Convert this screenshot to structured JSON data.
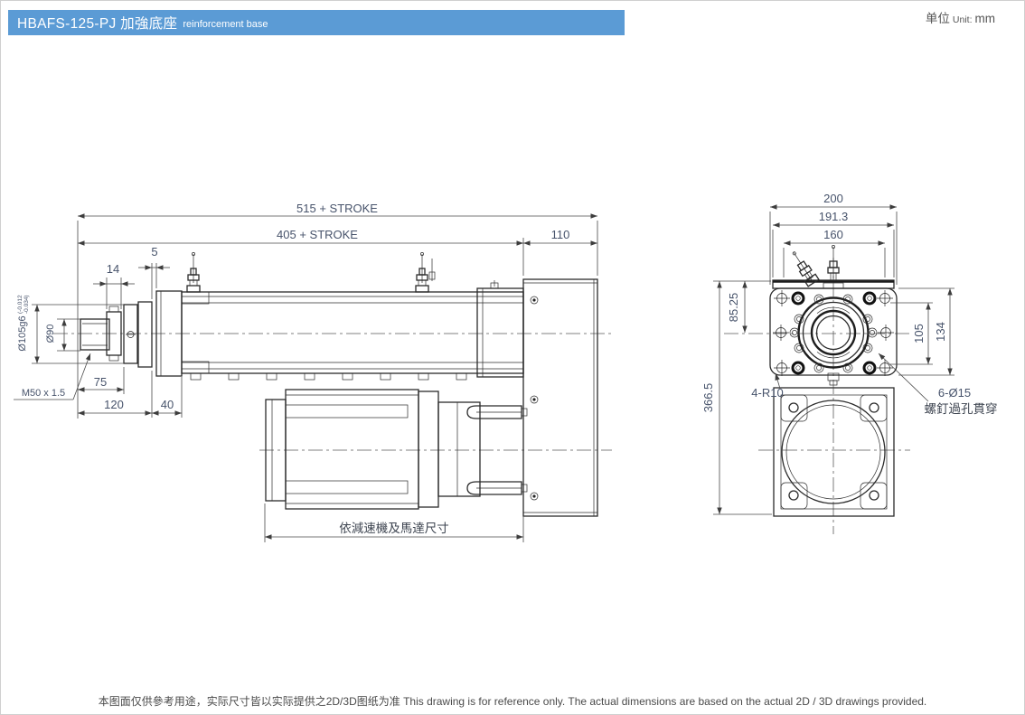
{
  "header": {
    "bar_color": "#5b9bd5",
    "model": "HBAFS-125-PJ 加強底座",
    "subtitle": "reinforcement base"
  },
  "unit": {
    "label_cn": "单位",
    "label_en": "Unit:",
    "value": "mm"
  },
  "side_view": {
    "dims": {
      "total_length": "515 + STROKE",
      "body_length": "405 + STROKE",
      "base_width": "110",
      "gap": "5",
      "collar_width": "14",
      "pilot_dia": "Ø105g6",
      "pilot_tol_upper": "(-0.012",
      "pilot_tol_lower": "-0.034)",
      "rod_dia": "Ø90",
      "thread": "M50 x 1.5",
      "rod_length": "75",
      "front_length": "120",
      "head_length": "40",
      "motor_note": "依減速機及馬達尺寸"
    }
  },
  "end_view": {
    "dims": {
      "width_outer": "200",
      "width_body": "191.3",
      "width_rail": "160",
      "center_height": "85.25",
      "total_height": "366.5",
      "bolt_span_inner": "105",
      "bolt_span_outer": "134",
      "corner_radius": "4-R10",
      "through_holes": "6-Ø15",
      "through_holes_note": "螺釘過孔貫穿"
    }
  },
  "footer": {
    "note": "本图面仅供參考用途，实际尺寸皆以实际提供之2D/3D图纸为准 This drawing is for reference only. The actual dimensions are based on the actual 2D / 3D drawings provided."
  }
}
